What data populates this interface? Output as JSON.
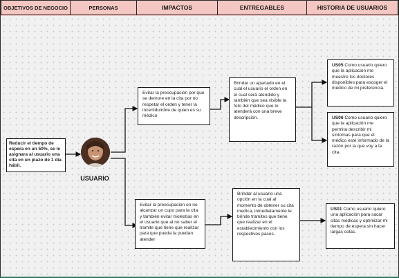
{
  "header": {
    "col1": "OBJETIVOS DE NEGOCIO",
    "col2": "PERSONAS",
    "col3": "IMPACTOS",
    "col4": "ENTREGABLES",
    "col5": "HISTORIA DE USUARIOS"
  },
  "objective": {
    "text": "Reducir el tiempo de espera en un 50%, se le asignara al usuario una cita en un plazo de 1 día hábil."
  },
  "persona": {
    "label": "USUARIO"
  },
  "impacts": {
    "impact1": "Evitar la preocupación por que se demore en la cita por no respetar el orden y tener la incertidumbre de quien es su médico",
    "impact2": "Evitar la preocupación en no alcanzar un cupo para la cita y también evitar molestias en el usuario que al no saber el tramite que tiene que realizar para que pueda la puedan atender"
  },
  "deliverables": {
    "deliverable1": "Brindar un apartado en el cual el usuario el orden en el cual será atendido y también que sea visible la foto del médico que lo atenderá con una breve descripción.",
    "deliverable2": "Brindar al usuario una opción en la cual al momento de obtener su cita medica, inmediatamente le brinde tramites que tiene que realizar en el establecimiento con los respectivos pasos."
  },
  "stories": {
    "us05_code": "US05",
    "us05_text": " Como usuario quiero que la aplicación me muestre los doctores disponibles para escoger el médico de mi preferencia.",
    "us06_code": "US06",
    "us06_text": " Como usuario quiero que la aplicación me permita describir mi síntomas para que el médico esté informado de la razón por la que voy a la cita.",
    "us01_code": "US01",
    "us01_text": " Como usuario quiero una aplicación para sacar citas médicas y optimizar mi tiempo de espera sin hacer largas colas."
  }
}
